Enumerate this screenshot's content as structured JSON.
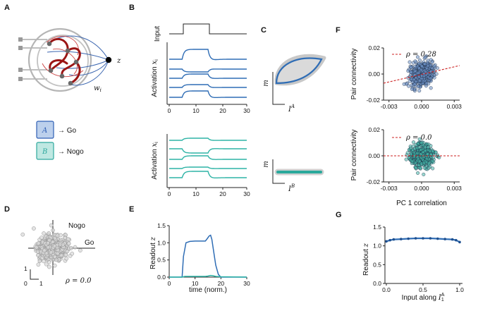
{
  "panels": {
    "a": {
      "label": "A",
      "readout": "z",
      "weight": "w",
      "weight_sub": "i",
      "legend": [
        {
          "symbol": "A",
          "text": "→ Go",
          "color": "#2f5fb5",
          "fill": "#bcd0ec"
        },
        {
          "symbol": "B",
          "text": "→ Nogo",
          "color": "#2fa99e",
          "fill": "#bfe8e2"
        }
      ]
    },
    "b": {
      "label": "B",
      "input_label": "Input",
      "ylabel": "Activation",
      "ylabel_var": "x",
      "ylabel_sub": "i",
      "xticks": [
        "0",
        "10",
        "20",
        "30"
      ]
    },
    "c": {
      "label": "C",
      "ylabel": "m",
      "xlabel_top": "I",
      "xlabel_top_sup": "A",
      "xlabel_bot": "I",
      "xlabel_bot_sup": "B"
    },
    "d": {
      "label": "D",
      "axis_nogo": "Nogo",
      "axis_go": "Go",
      "rho": "ρ = 0.0",
      "scale_y": "1",
      "scale_origin": "0",
      "scale_x": "1"
    },
    "e": {
      "label": "E",
      "ylabel": "Readout",
      "ylabel_var": "z",
      "xlabel": "time (norm.)",
      "yticks": [
        "0.0",
        "0.5",
        "1.0",
        "1.5"
      ],
      "xticks": [
        "0",
        "10",
        "20",
        "30"
      ]
    },
    "f": {
      "label": "F",
      "ylabel": "Pair connectivity",
      "xlabel": "PC 1 correlation",
      "yticks": [
        "-0.02",
        "0.00",
        "0.02"
      ],
      "xticks": [
        "-0.003",
        "0.000",
        "0.003"
      ],
      "rho_top": "ρ = 0.28",
      "rho_bottom": "ρ = 0.0"
    },
    "g": {
      "label": "G",
      "ylabel": "Readout",
      "ylabel_var": "z",
      "xlabel": "Input along",
      "xlabel_var": "I",
      "xlabel_sub": "1",
      "xlabel_sup": "A",
      "yticks": [
        "0.0",
        "0.5",
        "1.0",
        "1.5"
      ],
      "xticks": [
        "0.0",
        "0.5",
        "1.0"
      ]
    }
  },
  "colors": {
    "go": "#2f6db5",
    "nogo": "#2db3a5",
    "red": "#cc2222",
    "gray": "#999999",
    "darkred": "#a01515"
  },
  "chart_data": [
    {
      "type": "line",
      "panel": "E",
      "ylabel": "Readout z",
      "xlabel": "time (norm.)",
      "xlim": [
        0,
        30
      ],
      "ylim": [
        0,
        1.5
      ],
      "series": [
        {
          "x": [
            0,
            5,
            5.5,
            6.5,
            8,
            10,
            12,
            14,
            14.5,
            15,
            15.5,
            16,
            16.5,
            17,
            18,
            19,
            20,
            30
          ],
          "y": [
            0,
            0,
            0.6,
            1.0,
            1.04,
            1.05,
            1.05,
            1.05,
            1.1,
            1.15,
            1.2,
            1.22,
            1.1,
            0.85,
            0.35,
            0.08,
            0,
            0
          ]
        },
        {
          "x": [
            0,
            5,
            6,
            14,
            15,
            16,
            17,
            18,
            20,
            30
          ],
          "y": [
            0,
            0,
            0.02,
            0.02,
            0.03,
            0.05,
            0.04,
            0.02,
            0.01,
            0
          ]
        }
      ]
    },
    {
      "type": "line",
      "panel": "G",
      "ylabel": "Readout z",
      "xlabel": "Input along I1A",
      "xlim": [
        0,
        1
      ],
      "ylim": [
        0,
        1.5
      ],
      "series": [
        {
          "x": [
            0.0,
            0.05,
            0.1,
            0.2,
            0.3,
            0.4,
            0.5,
            0.6,
            0.7,
            0.8,
            0.9,
            0.95,
            1.0
          ],
          "y": [
            1.12,
            1.15,
            1.17,
            1.18,
            1.19,
            1.2,
            1.2,
            1.2,
            1.19,
            1.18,
            1.17,
            1.15,
            1.1
          ]
        }
      ]
    },
    {
      "type": "scatter",
      "panel": "F-top",
      "ylabel": "Pair connectivity",
      "xlabel": "PC 1 correlation",
      "xlim": [
        -0.003,
        0.003
      ],
      "ylim": [
        -0.02,
        0.02
      ],
      "rho": 0.28
    },
    {
      "type": "scatter",
      "panel": "F-bottom",
      "ylabel": "Pair connectivity",
      "xlabel": "PC 1 correlation",
      "xlim": [
        -0.003,
        0.003
      ],
      "ylim": [
        -0.02,
        0.02
      ],
      "rho": 0.0
    }
  ]
}
